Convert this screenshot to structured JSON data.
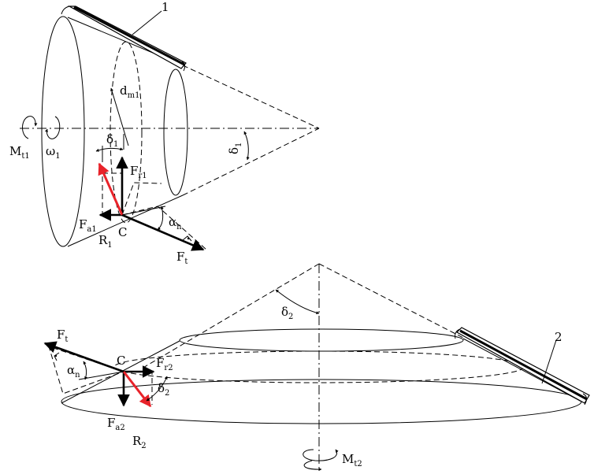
{
  "labels": {
    "gear1_number": "1",
    "gear2_number": "2",
    "d_m1": {
      "base": "d",
      "sub": "m1"
    },
    "M_t1": {
      "base": "M",
      "sub": "t1"
    },
    "omega_1": {
      "base": "ω",
      "sub": "1"
    },
    "delta_1_inner": {
      "base": "δ",
      "sub": "1"
    },
    "delta_1_apex": {
      "base": "δ",
      "sub": "1"
    },
    "F_r1": {
      "base": "F",
      "sub": "r1"
    },
    "F_a1": {
      "base": "F",
      "sub": "a1"
    },
    "R_1": {
      "base": "R",
      "sub": "1"
    },
    "C_top": "C",
    "alpha_n_top": {
      "base": "α",
      "sub": "n"
    },
    "F_t_top": {
      "base": "F",
      "sub": "t"
    },
    "delta_2_apex": {
      "base": "δ",
      "sub": "2"
    },
    "F_t_bottom": {
      "base": "F",
      "sub": "t"
    },
    "C_bottom": "C",
    "F_r2": {
      "base": "F",
      "sub": "r2"
    },
    "alpha_n_bottom": {
      "base": "α",
      "sub": "n"
    },
    "delta_2_inner": {
      "base": "δ",
      "sub": "2"
    },
    "F_a2": {
      "base": "F",
      "sub": "a2"
    },
    "R_2": {
      "base": "R",
      "sub": "2"
    },
    "M_t2": {
      "base": "M",
      "sub": "t2"
    }
  },
  "colors": {
    "lines": "#000000",
    "resultant": "#e8232a"
  }
}
